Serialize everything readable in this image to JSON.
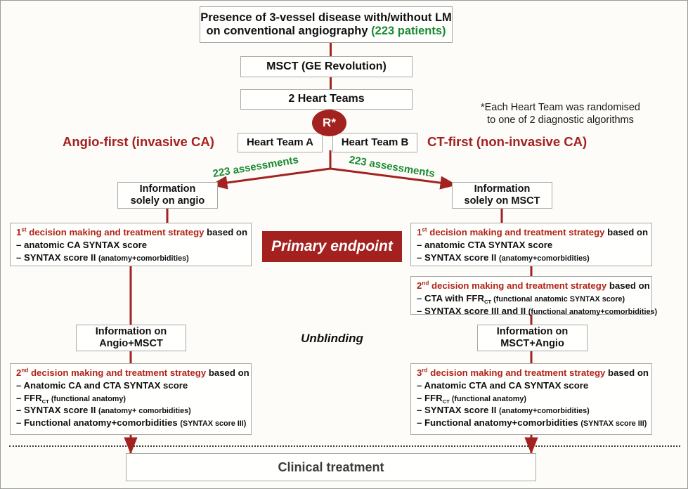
{
  "diagram": {
    "colors": {
      "accent_red": "#a3211f",
      "green": "#1a8a33",
      "background": "#fdfcf8",
      "box_border": "#a9a9a5"
    },
    "top": {
      "title_line1": "Presence of 3-vessel disease with/without LM",
      "title_line2": "on conventional angiography ",
      "title_count": "(223 patients)",
      "msct": "MSCT (GE Revolution)",
      "heart_teams": "2 Heart Teams",
      "randomisation_marker": "R*",
      "team_a": "Heart Team A",
      "team_b": "Heart Team B",
      "footnote_line1": "*Each Heart Team was randomised",
      "footnote_line2": "to one of 2 diagnostic algorithms"
    },
    "arms": {
      "left_heading": "Angio-first (invasive CA)",
      "right_heading": "CT-first (non-invasive CA)",
      "assessments_left": "223 assessments",
      "assessments_right": "223 assessments"
    },
    "left_arm": {
      "info_box_line1": "Information",
      "info_box_line2": "solely on angio",
      "decision_1": {
        "ordinal": "1",
        "ordinal_suffix": "st",
        "heading_red": " decision making and treatment strategy",
        "heading_black": " based on",
        "items": [
          {
            "main": "– anatomic CA SYNTAX score",
            "small": ""
          },
          {
            "main": "– SYNTAX score II ",
            "small": "(anatomy+comorbidities)"
          }
        ]
      },
      "unblinded_box_line1": "Information on",
      "unblinded_box_line2": "Angio+MSCT",
      "decision_2": {
        "ordinal": "2",
        "ordinal_suffix": "nd",
        "heading_red": " decision making and treatment strategy",
        "heading_black": " based on",
        "items": [
          {
            "main": "– Anatomic CA and CTA SYNTAX score",
            "small": ""
          },
          {
            "main": "– FFR",
            "sub": "CT",
            "small": " (functional anatomy)"
          },
          {
            "main": "– SYNTAX score II ",
            "small": "(anatomy+ comorbidities)"
          },
          {
            "main": "– Functional anatomy+comorbidities ",
            "small": "(SYNTAX score III)"
          }
        ]
      }
    },
    "right_arm": {
      "info_box_line1": "Information",
      "info_box_line2": "solely on MSCT",
      "decision_1": {
        "ordinal": "1",
        "ordinal_suffix": "st",
        "heading_red": " decision making and treatment strategy",
        "heading_black": " based on",
        "items": [
          {
            "main": "– anatomic CTA SYNTAX score",
            "small": ""
          },
          {
            "main": "– SYNTAX score II ",
            "small": "(anatomy+comorbidities)"
          }
        ]
      },
      "decision_2": {
        "ordinal": "2",
        "ordinal_suffix": "nd",
        "heading_red": " decision making and treatment strategy",
        "heading_black": " based on",
        "items": [
          {
            "main": "– CTA with FFR",
            "sub": "CT",
            "small": " (functional anatomic SYNTAX score)"
          },
          {
            "main": "– SYNTAX score III and II ",
            "small": "(functional anatomy+comorbidities)"
          }
        ]
      },
      "unblinded_box_line1": "Information on",
      "unblinded_box_line2": "MSCT+Angio",
      "decision_3": {
        "ordinal": "3",
        "ordinal_suffix": "rd",
        "heading_red": " decision making and treatment strategy",
        "heading_black": " based on",
        "items": [
          {
            "main": "– Anatomic CTA and CA SYNTAX score",
            "small": ""
          },
          {
            "main": "– FFR",
            "sub": "CT",
            "small": " (functional anatomy)"
          },
          {
            "main": "– SYNTAX score II ",
            "small": "(anatomy+comorbidities)"
          },
          {
            "main": "– Functional anatomy+comorbidities ",
            "small": "(SYNTAX score III)"
          }
        ]
      }
    },
    "center": {
      "primary_endpoint": "Primary endpoint",
      "unblinding": "Unblinding"
    },
    "bottom": {
      "clinical_treatment": "Clinical treatment"
    }
  }
}
